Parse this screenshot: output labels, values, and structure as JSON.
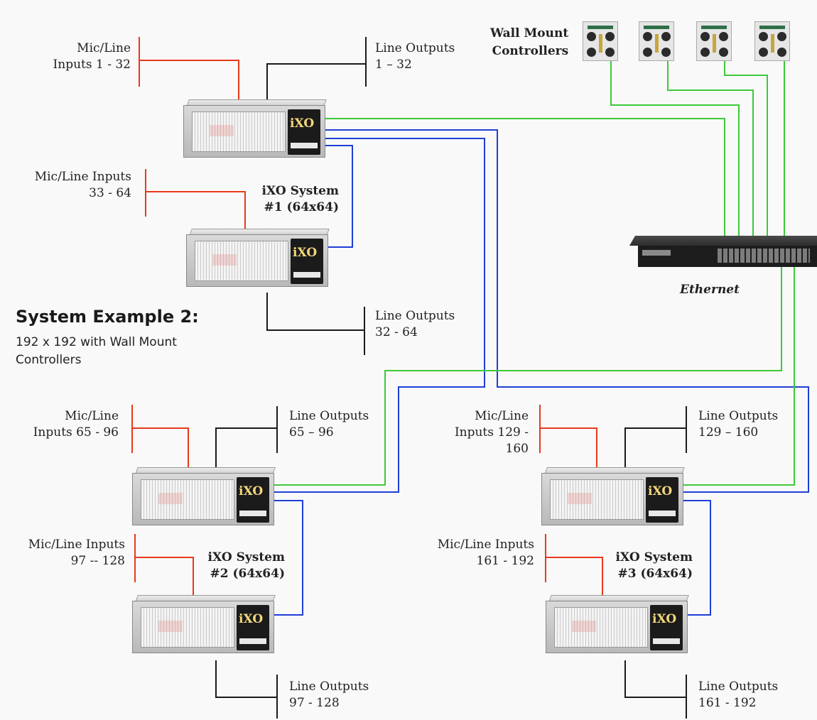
{
  "diagram": {
    "title": "System Example 2:",
    "subtitle_lines": [
      "192 x 192 with Wall Mount",
      "Controllers"
    ],
    "wall_mount_label_lines": [
      "Wall Mount",
      "Controllers"
    ],
    "ethernet_label": "Ethernet",
    "brand": "iXO",
    "colors": {
      "input_wire": "#e8391d",
      "output_wire": "#1a1a1a",
      "network_wire": "#3ec93a",
      "link_wire": "#1f3fd6"
    },
    "labels": {
      "sys1_in_a": [
        "Mic/Line",
        "Inputs 1 - 32"
      ],
      "sys1_out_a": [
        "Line Outputs",
        "1 – 32"
      ],
      "sys1_in_b": [
        "Mic/Line Inputs",
        "33 - 64"
      ],
      "sys1_name": [
        "iXO System",
        "#1 (64x64)"
      ],
      "sys1_out_b": [
        "Line Outputs",
        "32 - 64"
      ],
      "sys2_in_a": [
        "Mic/Line",
        "Inputs 65 - 96"
      ],
      "sys2_out_a": [
        "Line Outputs",
        "65 – 96"
      ],
      "sys2_in_b": [
        "Mic/Line Inputs",
        "97 -- 128"
      ],
      "sys2_name": [
        "iXO System",
        "#2 (64x64)"
      ],
      "sys2_out_b": [
        "Line Outputs",
        "97 - 128"
      ],
      "sys3_in_a": [
        "Mic/Line",
        "Inputs 129 -",
        "160"
      ],
      "sys3_out_a": [
        "Line Outputs",
        "129 – 160"
      ],
      "sys3_in_b": [
        "Mic/Line Inputs",
        "161 - 192"
      ],
      "sys3_name": [
        "iXO System",
        "#3 (64x64)"
      ],
      "sys3_out_b": [
        "Line Outputs",
        "161 - 192"
      ]
    }
  }
}
